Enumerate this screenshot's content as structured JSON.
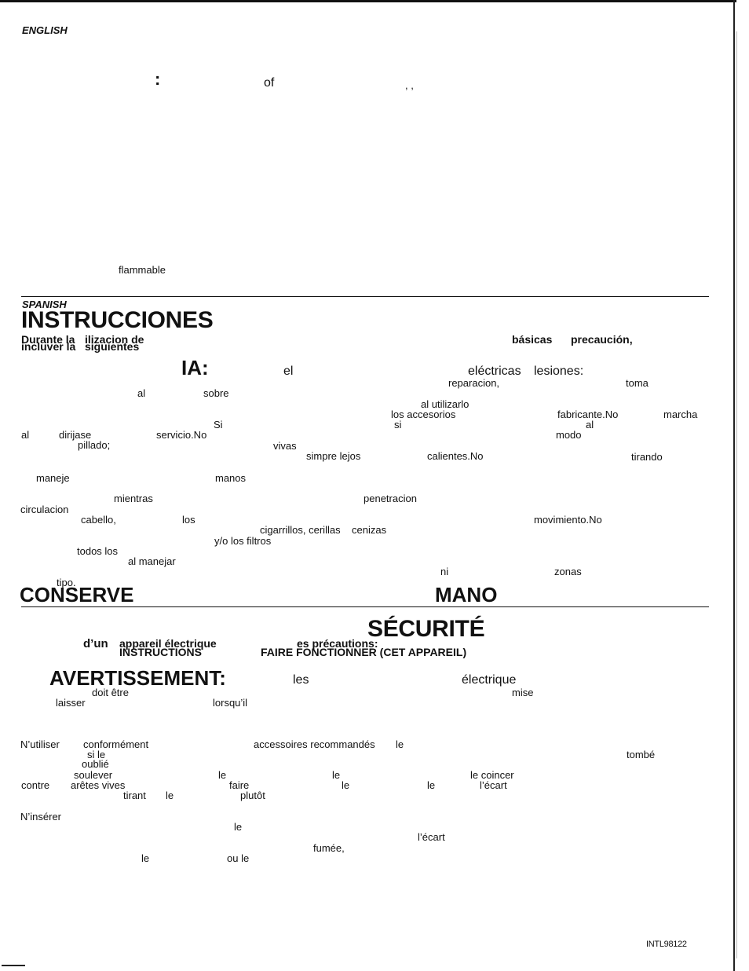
{
  "english": {
    "heading": "ENGLISH",
    "frag_colon": ":",
    "frag_of": "of",
    "frag_commas": ",   ,",
    "frag_flammable": "flammable"
  },
  "spanish": {
    "heading": "SPANISH",
    "title": "INSTRUCCIONES",
    "intro_1a": "Durante la",
    "intro_1b": "ilizacion de",
    "intro_2a": "incluver la",
    "intro_2b": "siguientes",
    "basicas": "básicas",
    "precaucion": "precaución,",
    "warning": "IA:",
    "el": "el",
    "electricas": "eléctricas",
    "lesiones": "lesiones:",
    "reparacion": "reparacion,",
    "toma": "toma",
    "al_1": "al",
    "sobre": "sobre",
    "al_utilizarlo": "al utilizarlo",
    "los_accesorios": "los accesorios",
    "fabricante": "fabricante.No",
    "marcha": "marcha",
    "si_1": "Si",
    "si_2": "si",
    "al_2": "al",
    "al_3": "al",
    "dirijase": "dirijase",
    "servicio": "servicio.No",
    "modo": "modo",
    "pillado": "pillado;",
    "vivas": "vivas",
    "simpre_lejos": "simpre lejos",
    "calientes": "calientes.No",
    "tirando": "tirando",
    "maneje": "maneje",
    "manos": "manos",
    "mientras": "mientras",
    "penetracion": "penetracion",
    "circulacion": "circulacion",
    "cabello": "cabello,",
    "los": "los",
    "movimiento": "movimiento.No",
    "cigarrillos": "cigarrillos, cerillas",
    "cenizas": "cenizas",
    "filtros": "y/o los filtros",
    "todos_los": "todos los",
    "al_manejar": "al manejar",
    "ni": "ni",
    "zonas": "zonas",
    "tipo": "tipo.",
    "conserve": "CONSERVE",
    "mano": "MANO"
  },
  "french": {
    "title": "SÉCURITÉ",
    "dun": "d’un",
    "appareil": "appareil électrique",
    "precautions": "es précautions:",
    "instructions": "INSTRUCTIONS",
    "faire": "FAIRE FONCTIONNER (CET APPAREIL)",
    "warning": "AVERTISSEMENT:",
    "les_1": "les",
    "electrique": "électrique",
    "doit_etre": "doit être",
    "mise": "mise",
    "laisser": "laisser",
    "lorsquil": "lorsqu’il",
    "nutiliser": "N’utiliser",
    "conformement": "conformément",
    "accessoires": "accessoires recommandés",
    "le_1": "le",
    "sile": "si le",
    "tombe": "tombé",
    "oublie": "oublié",
    "soulever": "soulever",
    "le_2": "le",
    "le_3": "le",
    "le_coincer": "le coincer",
    "contre": "contre",
    "aretes": "arêtes vives",
    "faire_2": "faire",
    "le_4": "le",
    "le_5": "le",
    "lecart_1": "l’écart",
    "tirant": "tirant",
    "le_6": "le",
    "plutot": "plutôt",
    "ninserer": "N’insérer",
    "le_7": "le",
    "lecart_2": "l’écart",
    "fumee": "fumée,",
    "le_8": "le",
    "oule": "ou le"
  },
  "footer": {
    "code": "INTL98122"
  }
}
